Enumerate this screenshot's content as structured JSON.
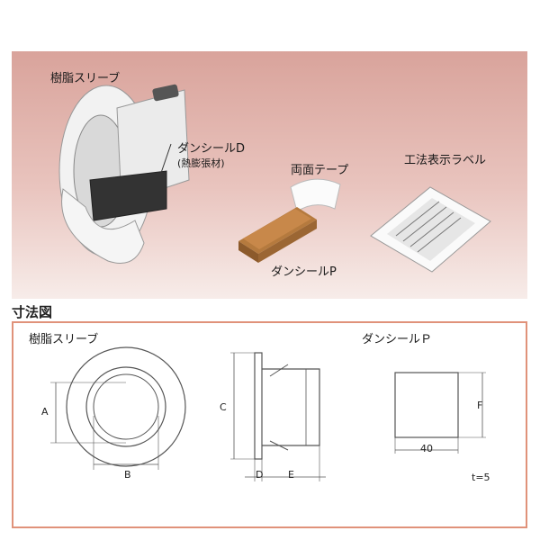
{
  "photo": {
    "sleeve_label": "樹脂スリーブ",
    "dansealD_label": "ダンシールD",
    "dansealD_sub": "(熱膨張材)",
    "tape_label": "両面テープ",
    "label_label": "工法表示ラベル",
    "dansealP_label": "ダンシールP"
  },
  "drawing": {
    "title": "寸法図",
    "sleeve_label": "樹脂スリーブ",
    "dansealP_label": "ダンシールＰ",
    "dim_A": "A",
    "dim_B": "B",
    "dim_C": "C",
    "dim_D": "D",
    "dim_E": "E",
    "dim_F": "F",
    "dim_40": "40",
    "thickness": "t=5"
  },
  "colors": {
    "photo_top": "#d9a39b",
    "frame_border": "#e0927a",
    "sponge": "#c8884a"
  }
}
